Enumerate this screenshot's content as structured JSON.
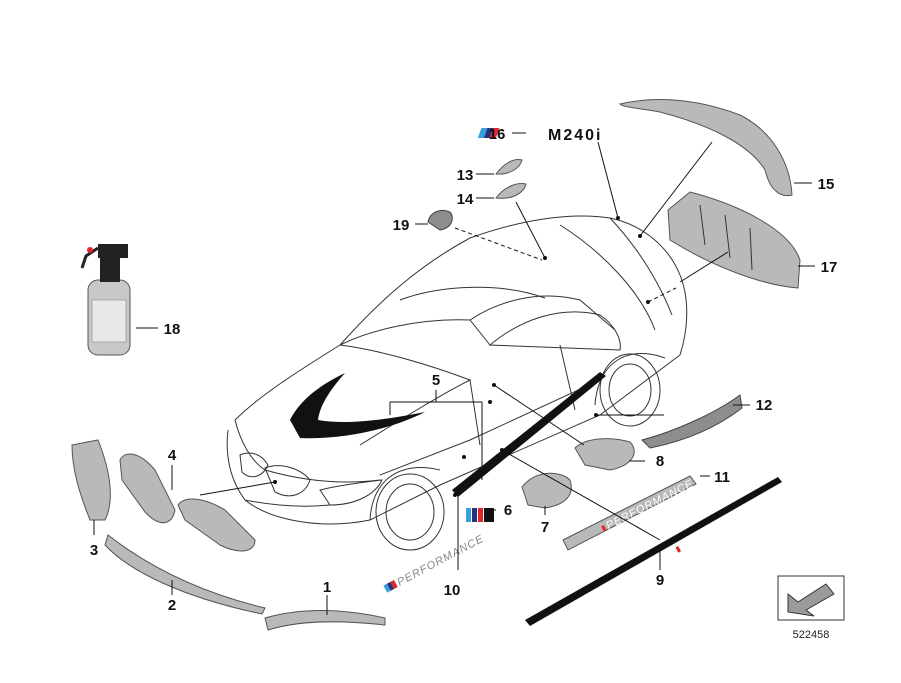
{
  "diagram": {
    "callouts": [
      {
        "id": "c1",
        "label": "1"
      },
      {
        "id": "c2",
        "label": "2"
      },
      {
        "id": "c3",
        "label": "3"
      },
      {
        "id": "c4",
        "label": "4"
      },
      {
        "id": "c5",
        "label": "5"
      },
      {
        "id": "c6",
        "label": "6"
      },
      {
        "id": "c7",
        "label": "7"
      },
      {
        "id": "c8",
        "label": "8"
      },
      {
        "id": "c9",
        "label": "9"
      },
      {
        "id": "c10",
        "label": "10"
      },
      {
        "id": "c11",
        "label": "11"
      },
      {
        "id": "c12",
        "label": "12"
      },
      {
        "id": "c13",
        "label": "13"
      },
      {
        "id": "c14",
        "label": "14"
      },
      {
        "id": "c15",
        "label": "15"
      },
      {
        "id": "c16",
        "label": "16"
      },
      {
        "id": "c17",
        "label": "17"
      },
      {
        "id": "c18",
        "label": "18"
      },
      {
        "id": "c19",
        "label": "19"
      }
    ],
    "badge_text": "M240i",
    "performance_text": "PERFORMANCE",
    "reference_number": "522458",
    "colors": {
      "m_stripe_light_blue": "#3aa0dc",
      "m_stripe_dark_blue": "#28337e",
      "m_stripe_red": "#e0262b"
    }
  }
}
